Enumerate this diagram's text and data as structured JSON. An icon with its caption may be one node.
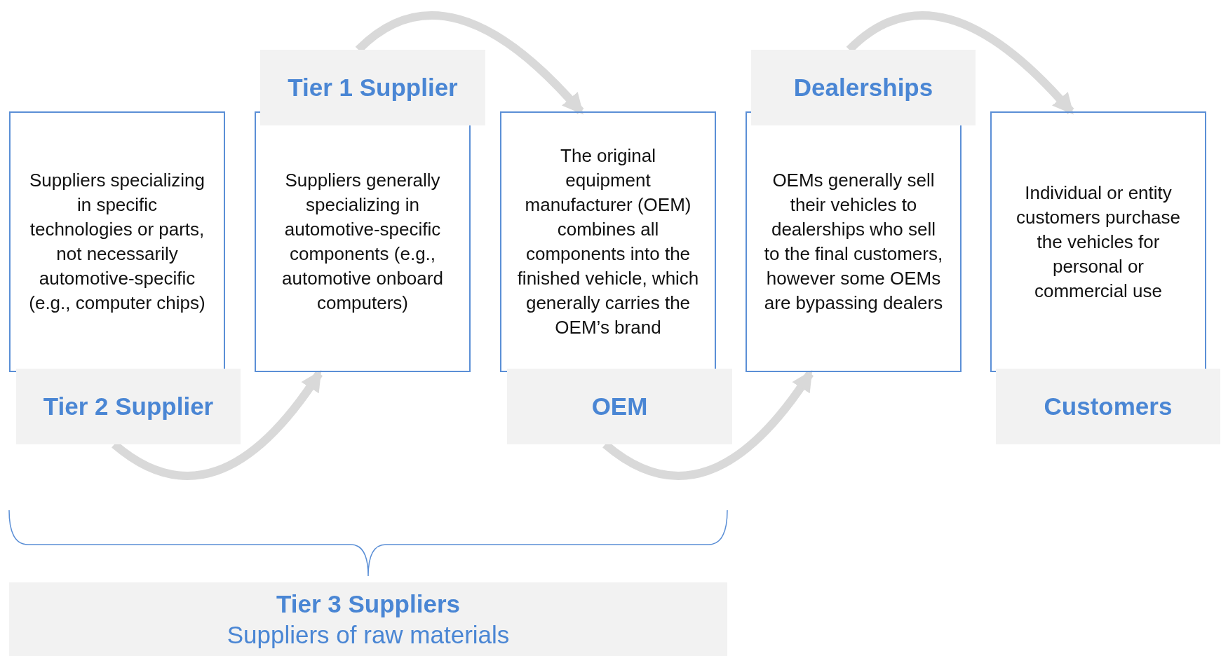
{
  "diagram": {
    "nodes": [
      {
        "text": [
          "Suppliers specializing in specific technologies or parts, not necessarily automotive-specific (e.g., computer chips)",
          "Tier 2 Supplier"
        ]
      },
      {
        "text": [
          "Tier 1 Supplier",
          "Suppliers generally specializing in automotive-specific components (e.g., automotive onboard computers)"
        ]
      },
      {
        "text": [
          "The original equipment manufacturer (OEM) combines all components into the finished vehicle, which generally carries the OEM’s brand",
          "OEM"
        ]
      },
      {
        "text": [
          "Dealerships",
          "OEMs generally sell their vehicles to dealerships who sell to the final customers, however some OEMs are bypassing dealers"
        ]
      },
      {
        "text": [
          "Individual or entity customers purchase the vehicles for personal or commercial use",
          "Customers"
        ]
      },
      {
        "text": [
          "Tier 3 Suppliers",
          "Suppliers of raw materials"
        ]
      }
    ],
    "edges": [
      {
        "from": 0,
        "to": 1,
        "arrow": "to"
      },
      {
        "from": 1,
        "to": 2,
        "arrow": "to"
      },
      {
        "from": 2,
        "to": 3,
        "arrow": "to"
      },
      {
        "from": 3,
        "to": 4,
        "arrow": "to"
      }
    ]
  }
}
